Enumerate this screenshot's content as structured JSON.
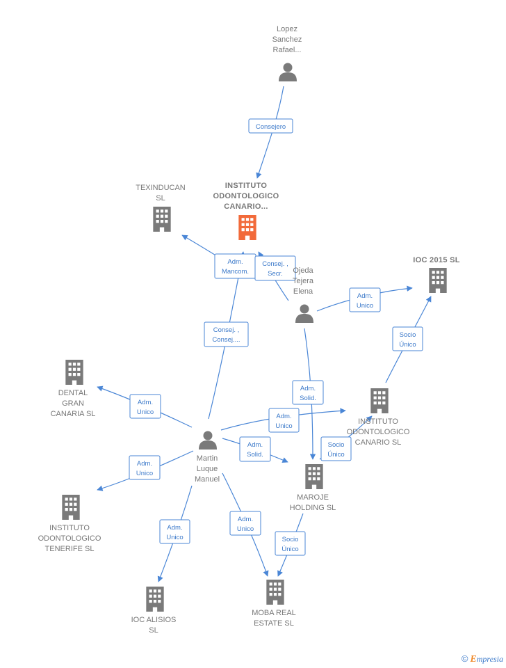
{
  "colors": {
    "edge": "#4a86d6",
    "edge_text": "#3a78c9",
    "node_icon": "#7a7a7a",
    "highlight_icon": "#f26a3a",
    "label": "#777777",
    "footer_accent": "#f08a2a"
  },
  "nodes": {
    "lopez": {
      "lines": [
        "Lopez",
        "Sanchez",
        "Rafael..."
      ],
      "icon": "person-icon"
    },
    "instituto_canario_main": {
      "lines": [
        "INSTITUTO",
        "ODONTOLOGICO",
        "CANARIO..."
      ],
      "icon": "building-icon",
      "highlight": true
    },
    "texinducan": {
      "lines": [
        "TEXINDUCAN",
        "SL"
      ],
      "icon": "building-icon"
    },
    "ojeda": {
      "lines": [
        "Ojeda",
        "Tejera",
        "Elena"
      ],
      "icon": "person-icon"
    },
    "ioc2015": {
      "lines": [
        "IOC 2015  SL"
      ],
      "icon": "building-icon"
    },
    "dental": {
      "lines": [
        "DENTAL",
        "GRAN",
        "CANARIA  SL"
      ],
      "icon": "building-icon"
    },
    "martin": {
      "lines": [
        "Martin",
        "Luque",
        "Manuel"
      ],
      "icon": "person-icon"
    },
    "instituto_canario_sl": {
      "lines": [
        "INSTITUTO",
        "ODONTOLOGICO",
        "CANARIO SL"
      ],
      "icon": "building-icon"
    },
    "maroje": {
      "lines": [
        "MAROJE",
        "HOLDING  SL"
      ],
      "icon": "building-icon"
    },
    "instituto_tenerife": {
      "lines": [
        "INSTITUTO",
        "ODONTOLOGICO",
        "TENERIFE  SL"
      ],
      "icon": "building-icon"
    },
    "ioc_alisios": {
      "lines": [
        "IOC ALISIOS",
        "SL"
      ],
      "icon": "building-icon"
    },
    "moba": {
      "lines": [
        "MOBA REAL",
        "ESTATE  SL"
      ],
      "icon": "building-icon"
    }
  },
  "edges": [
    {
      "id": "lopez-consejero",
      "lines": [
        "Consejero"
      ]
    },
    {
      "id": "martin-adm-mancom",
      "lines": [
        "Adm.",
        "Mancom."
      ]
    },
    {
      "id": "ojeda-consej-secr",
      "lines": [
        "Consej. ,",
        "Secr."
      ]
    },
    {
      "id": "martin-consej",
      "lines": [
        "Consej. ,",
        "Consej...."
      ]
    },
    {
      "id": "ojeda-ioc2015",
      "lines": [
        "Adm.",
        "Unico"
      ]
    },
    {
      "id": "inst-ioc2015",
      "lines": [
        "Socio",
        "Único"
      ]
    },
    {
      "id": "ojeda-maroje",
      "lines": [
        "Adm.",
        "Solid."
      ]
    },
    {
      "id": "martin-dental",
      "lines": [
        "Adm.",
        "Unico"
      ]
    },
    {
      "id": "martin-inst-sl",
      "lines": [
        "Adm.",
        "Unico"
      ]
    },
    {
      "id": "martin-maroje",
      "lines": [
        "Adm.",
        "Solid."
      ]
    },
    {
      "id": "maroje-inst-sl",
      "lines": [
        "Socio",
        "Único"
      ]
    },
    {
      "id": "martin-tenerife",
      "lines": [
        "Adm.",
        "Unico"
      ]
    },
    {
      "id": "martin-alisios",
      "lines": [
        "Adm.",
        "Unico"
      ]
    },
    {
      "id": "martin-moba",
      "lines": [
        "Adm.",
        "Unico"
      ]
    },
    {
      "id": "maroje-moba",
      "lines": [
        "Socio",
        "Único"
      ]
    }
  ],
  "footer": {
    "copyright_symbol": "©",
    "brand_first": "E",
    "brand_rest": "mpresia"
  }
}
